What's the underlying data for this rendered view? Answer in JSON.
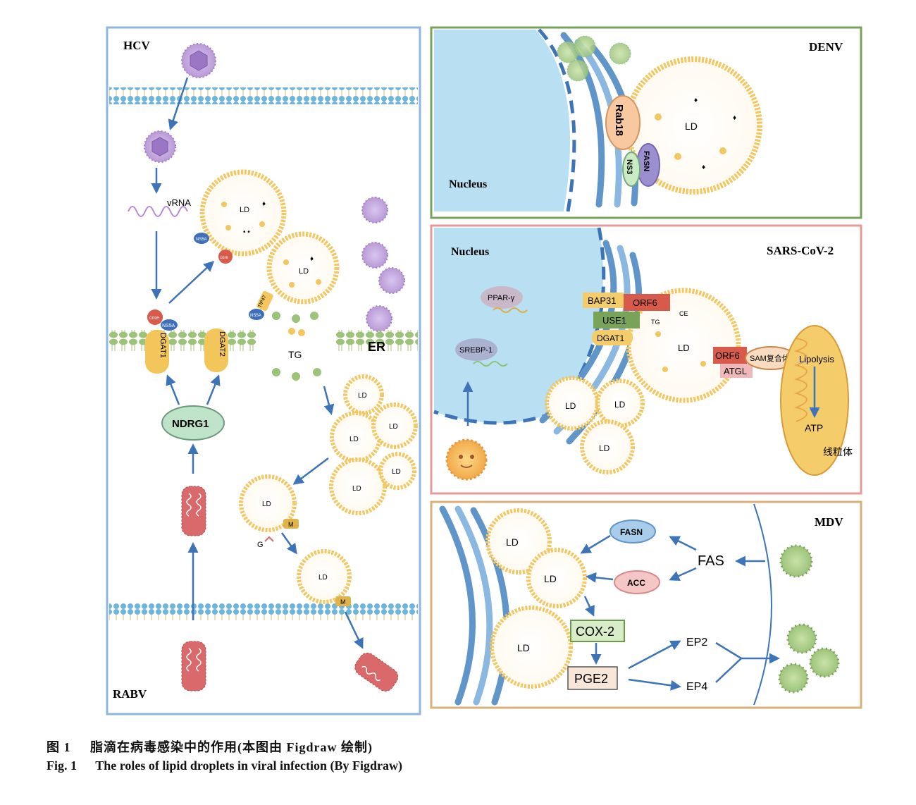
{
  "panels": {
    "hcv": {
      "title": "HCV",
      "bottom_title": "RABV",
      "labels": {
        "vrna": "vRNA",
        "ld": "LD",
        "core": "core",
        "ns5a": "NS5A",
        "tip47": "TIP47",
        "dgat1": "DGAT1",
        "dgat2": "DGAT2",
        "tg": "TG",
        "er": "ER",
        "ndrg1": "NDRG1",
        "m": "M",
        "g": "G"
      }
    },
    "denv": {
      "title": "DENV",
      "labels": {
        "nucleus": "Nucleus",
        "ld": "LD",
        "rab18": "Rab18",
        "fasn": "FASN",
        "ns3": "NS3"
      }
    },
    "sars": {
      "title": "SARS-CoV-2",
      "labels": {
        "nucleus": "Nucleus",
        "ppar": "PPAR-γ",
        "srebp": "SREBP-1",
        "bap31": "BAP31",
        "orf6": "ORF6",
        "use1": "USE1",
        "dgat1": "DGAT1",
        "tg": "TG",
        "ce": "CE",
        "ld": "LD",
        "orf6b": "ORF6",
        "atgl": "ATGL",
        "sam": "SAM复合体",
        "lipolysis": "Lipolysis",
        "atp": "ATP",
        "mito": "线粒体"
      }
    },
    "mdv": {
      "title": "MDV",
      "labels": {
        "ld": "LD",
        "fasn": "FASN",
        "acc": "ACC",
        "fas": "FAS",
        "cox2": "COX-2",
        "pge2": "PGE2",
        "ep2": "EP2",
        "ep4": "EP4"
      }
    }
  },
  "caption": {
    "zh_num": "图 1",
    "zh_text": "脂滴在病毒感染中的作用(本图由 Figdraw 绘制)",
    "en_num": "Fig. 1",
    "en_text": "The roles of lipid droplets in viral infection (By Figdraw)"
  },
  "colors": {
    "hcv_frame": "#8fb6e0",
    "denv_frame": "#7aa35a",
    "sars_frame": "#e59a9a",
    "mdv_frame": "#d9b07a",
    "membrane": "#6fb6de",
    "lipid_yellow": "#f3c65f",
    "er_green": "#9cc37a",
    "arrow": "#3d74b8",
    "nucleus": "#b9dff2",
    "virus_purple": "#b99ad6",
    "rabv_red": "#d9696b"
  }
}
